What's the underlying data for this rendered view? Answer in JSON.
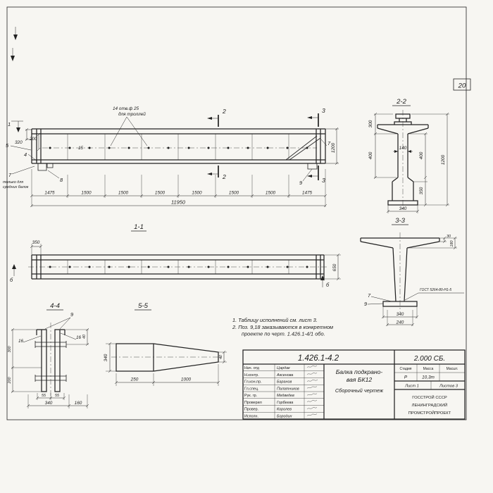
{
  "page_number": "20",
  "main": {
    "callout1": "14 отв.ф 25",
    "callout2": "для троллей",
    "cut1": "1",
    "cut2": "2",
    "cut3": "3",
    "pos4": "4",
    "pos5": "5",
    "pos7": "7",
    "pos8": "8",
    "pos9": "9",
    "pos15": "15",
    "note1": "только для",
    "note2": "средних балок",
    "dim320": "320",
    "dim200": "200",
    "dim1200": "1200",
    "segments": [
      "1475",
      "1500",
      "1500",
      "1500",
      "1500",
      "1500",
      "1500",
      "1475"
    ],
    "total": "11950"
  },
  "sec22": {
    "title": "2-2",
    "dim300": "300",
    "dim400l": "400",
    "dim140": "140",
    "dim400r": "400",
    "dim350": "350",
    "dim1200": "1200",
    "dim340": "340"
  },
  "sec33": {
    "title": "3-3",
    "dim30": "30",
    "dim180": "180",
    "weld": "ГОСТ 5264-80-Н1-5",
    "pos7": "7",
    "pos9": "9",
    "dim340": "340",
    "dim240": "240"
  },
  "view11": {
    "title": "1-1",
    "dim350": "350",
    "dim650": "650",
    "marker": "б"
  },
  "view44": {
    "title": "4-4",
    "pos9": "9",
    "dim16l": "16",
    "dim16r": "16",
    "dim40": "40",
    "dim300": "300",
    "dim200": "200",
    "dim55a": "55",
    "dim55b": "55",
    "dim340": "340",
    "dim160": "160"
  },
  "view55": {
    "title": "5-5",
    "dim340": "340",
    "dim40": "40",
    "dim250": "250",
    "dim1000": "1000"
  },
  "notes": {
    "line1": "1. Таблицу исполнений см. лист 3.",
    "line2": "2. Поз. 9,18 заказываются в конкретном",
    "line3": "проекте по черт. 1.426.1-4/1 обо."
  },
  "title_block": {
    "doc_number": "1.426.1-4.2",
    "doc_code": "2.000 СБ.",
    "rows": [
      {
        "role": "Нач. отд",
        "name": "Цардак"
      },
      {
        "role": "Н.контр.",
        "name": "Аксенова"
      },
      {
        "role": "Гл.кон.пр.",
        "name": "Баранов"
      },
      {
        "role": "Гл.спец.",
        "name": "Палатников"
      },
      {
        "role": "Рук. гр.",
        "name": "Медведев"
      },
      {
        "role": "Проверил",
        "name": "Горбеева"
      },
      {
        "role": "Провер.",
        "name": "Королев"
      },
      {
        "role": "Исполн.",
        "name": "Бородин"
      }
    ],
    "title1": "Балка подкрано-",
    "title2": "вая  БК12",
    "title3": "Сборочный  чертеж",
    "stage_label": "Стадия",
    "mass_label": "Масса",
    "scale_label": "Масшт.",
    "stage": "Р",
    "mass": "10,3т",
    "scale": "",
    "sheet": "Лист 1",
    "sheets": "Листов 3",
    "org1": "ГОССТРОЙ СССР",
    "org2": "ЛЕНИНГРАДСКИЙ",
    "org3": "ПРОМСТРОЙПРОЕКТ"
  }
}
